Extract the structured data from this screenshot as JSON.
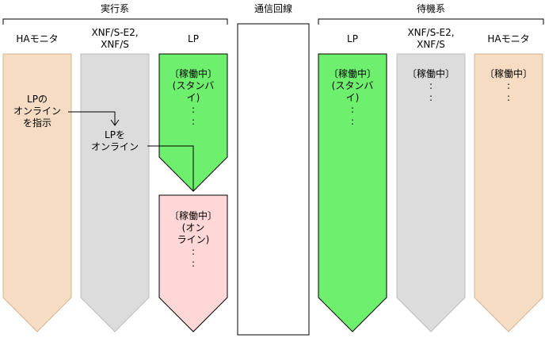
{
  "groups": {
    "active": "実行系",
    "line": "通信回線",
    "standby": "待機系"
  },
  "columns": {
    "active_ha": "HAモニタ",
    "active_xnf": "XNF/S-E2,\nXNF/S",
    "active_lp": "LP",
    "standby_lp": "LP",
    "standby_xnf": "XNF/S-E2,\nXNF/S",
    "standby_ha": "HAモニタ"
  },
  "labels": {
    "instruct_online": "LPの\nオンライン\nを指示",
    "lp_online": "LPを\nオンライン",
    "active_lp_state": "〔稼働中〕\n(スタンバ\nイ)\n:\n:",
    "active_lp_state_after": "〔稼働中〕\n(オン\nライン)\n:\n:",
    "standby_lp_state": "〔稼働中〕\n(スタンバ\nイ)\n:\n:",
    "standby_xnf_state": "〔稼働中〕\n:\n:",
    "standby_ha_state": "〔稼働中〕\n:\n:"
  },
  "colors": {
    "ha": "#f5dcc3",
    "xnf": "#dcdcdc",
    "lp_green": "#6ef06e",
    "lp_pink": "#ffd7d7"
  }
}
